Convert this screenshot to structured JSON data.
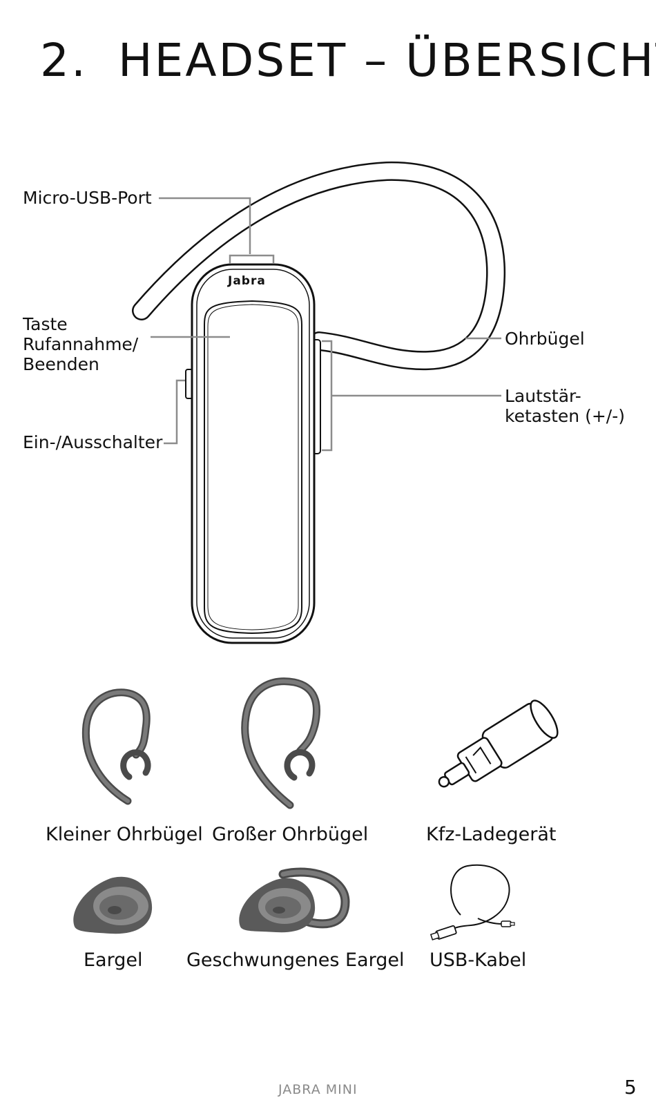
{
  "section": {
    "number": "2.",
    "title": "HEADSET – ÜBERSICHT"
  },
  "headset": {
    "brand": "Jabra",
    "labels": {
      "micro_usb": "Micro-USB-Port",
      "answer_line1": "Taste",
      "answer_line2": "Rufannahme/",
      "answer_line3": "Beenden",
      "power": "Ein-/Ausschalter",
      "earhook": "Ohrbügel",
      "volume_line1": "Lautstär-",
      "volume_line2": "ketasten (+/-)"
    }
  },
  "accessories": {
    "small_earhook": "Kleiner Ohrbügel",
    "large_earhook": "Großer Ohrbügel",
    "car_charger": "Kfz-Ladegerät",
    "eargel": "Eargel",
    "curved_eargel": "Geschwungenes Eargel",
    "usb_cable": "USB-Kabel"
  },
  "footer": {
    "product": "JABRA MINI",
    "page": "5"
  },
  "colors": {
    "line": "#111111",
    "leader": "#8c8c8c",
    "accessory": "#6b6b6b",
    "accessory_dark": "#4a4a4a"
  }
}
